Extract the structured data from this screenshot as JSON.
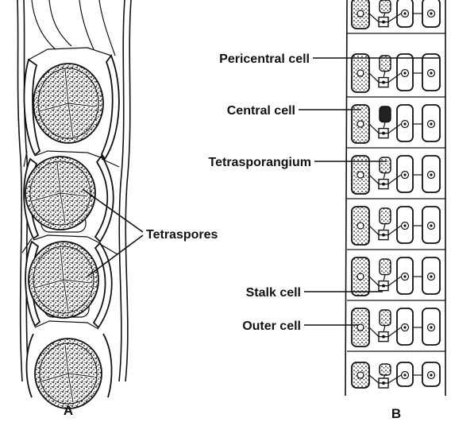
{
  "panel_a": {
    "caption": "A",
    "labels": {
      "tetraspores": "Tetraspores"
    }
  },
  "panel_b": {
    "caption": "B",
    "labels": {
      "pericentral_cell": "Pericentral cell",
      "central_cell": "Central cell",
      "tetrasporangium": "Tetrasporangium",
      "stalk_cell": "Stalk cell",
      "outer_cell": "Outer cell"
    }
  },
  "colors": {
    "ink": "#111111",
    "stipple": "#2a2a2a",
    "paper": "#ffffff"
  }
}
